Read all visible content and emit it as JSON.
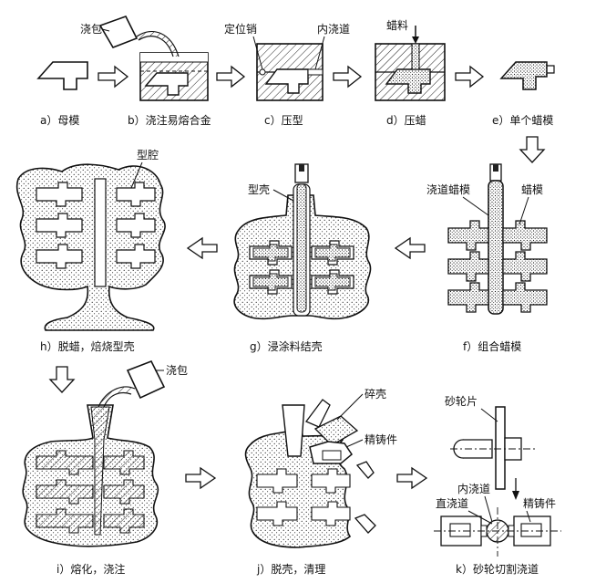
{
  "labels": {
    "ladle_b": "浇包",
    "locating_pin": "定位销",
    "ingate_c": "内浇道",
    "wax_material": "蜡料",
    "cavity": "型腔",
    "shell_g": "型壳",
    "sprue_wax": "浇道蜡模",
    "wax_pattern": "蜡模",
    "ladle_i": "浇包",
    "broken_shell": "碎壳",
    "casting_j": "精铸件",
    "grinding_wheel": "砂轮片",
    "ingate_k": "内浇道",
    "main_sprue": "直浇道",
    "casting_k": "精铸件"
  },
  "captions": {
    "a": "a）母模",
    "b": "b）浇注易熔合金",
    "c": "c）压型",
    "d": "d）压蜡",
    "e": "e）单个蜡模",
    "f": "f）组合蜡模",
    "g": "g）浸涂料结壳",
    "h": "h）脱蜡，焙烧型壳",
    "i": "i）熔化，浇注",
    "j": "j）脱壳，清理",
    "k": "k）砂轮切割浇道"
  }
}
